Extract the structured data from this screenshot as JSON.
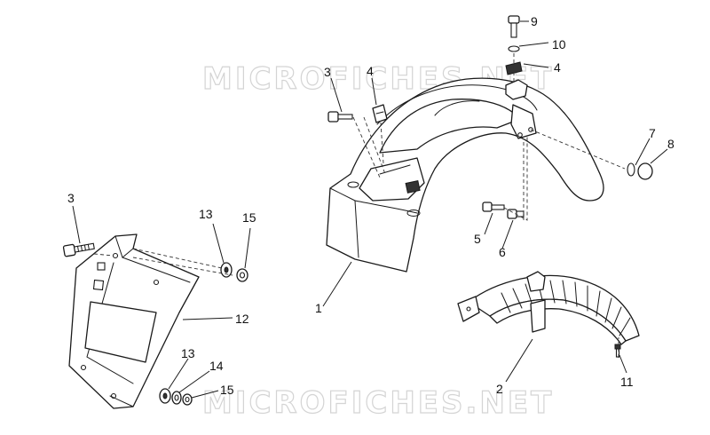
{
  "watermark": {
    "text": "MICROFICHES.NET"
  },
  "callouts": {
    "c1": "1",
    "c2": "2",
    "c3_left": "3",
    "c3_top": "3",
    "c4_left": "4",
    "c4_right": "4",
    "c5": "5",
    "c6": "6",
    "c7": "7",
    "c8": "8",
    "c9": "9",
    "c10": "10",
    "c11": "11",
    "c12": "12",
    "c13_top": "13",
    "c13_bottom": "13",
    "c14": "14",
    "c15_top": "15",
    "c15_bottom": "15"
  },
  "icons": {
    "rear_fender": "rear-fender-icon",
    "inner_fender": "inner-mudguard-icon",
    "license_bracket": "license-plate-bracket-icon",
    "screw": "screw-icon",
    "washer": "washer-icon",
    "nut": "nut-icon",
    "clip": "speed-nut-clip-icon",
    "cap": "cap-icon"
  }
}
